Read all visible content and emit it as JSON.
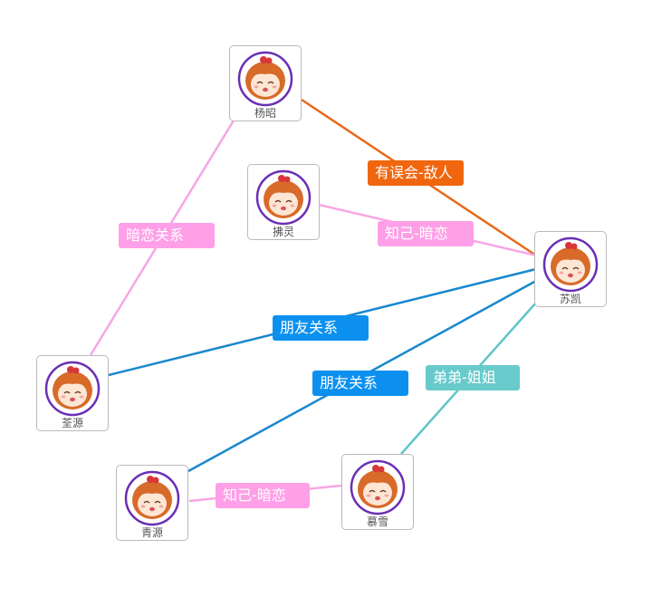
{
  "nodes": [
    {
      "id": "yangzhao",
      "name": "杨昭"
    },
    {
      "id": "fuling",
      "name": "拂灵"
    },
    {
      "id": "sukai",
      "name": "苏凯"
    },
    {
      "id": "quanyuan",
      "name": "荃源"
    },
    {
      "id": "qingyuan",
      "name": "青源"
    },
    {
      "id": "muxue",
      "name": "慕雪"
    }
  ],
  "edges": [
    {
      "from": "yangzhao",
      "to": "sukai",
      "label": "有误会-敌人",
      "color": "#e8691a",
      "label_bg": "#f0660f",
      "label_fg": "#ffffff"
    },
    {
      "from": "fuling",
      "to": "sukai",
      "label": "知己-暗恋",
      "color": "#f7a6e4",
      "label_bg": "#ff9fe8",
      "label_fg": "#ffffff"
    },
    {
      "from": "yangzhao",
      "to": "quanyuan",
      "label": "暗恋关系",
      "color": "#f7a6e4",
      "label_bg": "#ff9fe8",
      "label_fg": "#ffffff"
    },
    {
      "from": "quanyuan",
      "to": "sukai",
      "label": "朋友关系",
      "color": "#1a88cf",
      "label_bg": "#0c90f0",
      "label_fg": "#ffffff"
    },
    {
      "from": "qingyuan",
      "to": "sukai",
      "label": "朋友关系",
      "color": "#1a88cf",
      "label_bg": "#0c90f0",
      "label_fg": "#ffffff"
    },
    {
      "from": "muxue",
      "to": "sukai",
      "label": "弟弟-姐姐",
      "color": "#5fc5c9",
      "label_bg": "#68cacb",
      "label_fg": "#ffffff"
    },
    {
      "from": "qingyuan",
      "to": "muxue",
      "label": "知己-暗恋",
      "color": "#f7a6e4",
      "label_bg": "#ff9fe8",
      "label_fg": "#ffffff"
    }
  ],
  "avatar_colors": {
    "ring": "#6a2fb5",
    "hair": "#d86a2a",
    "skin": "#fde6d4",
    "bow": "#d9363a"
  }
}
